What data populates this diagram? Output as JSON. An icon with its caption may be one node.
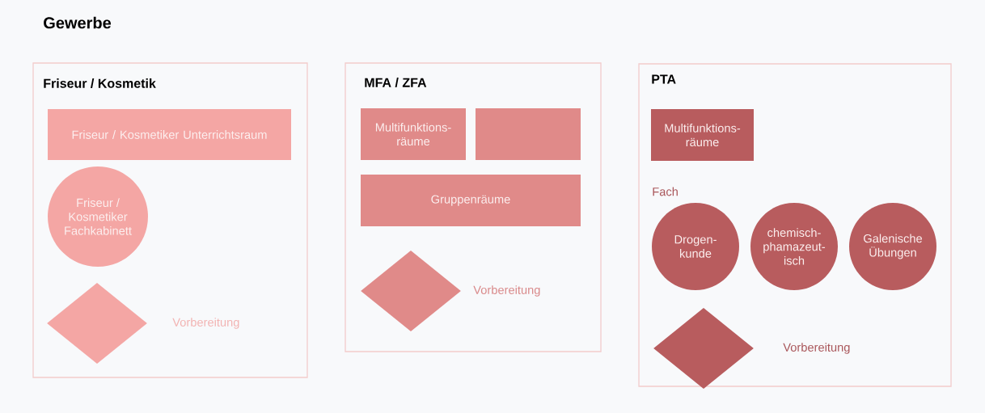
{
  "diagram": {
    "title": "Gewerbe",
    "nodes": [
      {
        "text": [
          "Friseur / Kosmetik"
        ]
      },
      {
        "text": [
          "Friseur / Kosmetiker Unterrichtsraum"
        ],
        "in": 0
      },
      {
        "text": [
          "Friseur / Kosmetiker Fachkabinett"
        ],
        "in": 0
      },
      {
        "text": [],
        "shape": "diamond",
        "in": 0,
        "beside": [
          "Vorbereitung"
        ]
      },
      {
        "text": [
          "MFA / ZFA"
        ]
      },
      {
        "text": [
          "Multifunktions- räume"
        ],
        "in": 4
      },
      {
        "text": [],
        "shape": "box",
        "in": 4
      },
      {
        "text": [
          "Gruppenräume"
        ],
        "in": 4
      },
      {
        "text": [],
        "shape": "diamond",
        "in": 4,
        "beside": [
          "Vorbereitung"
        ]
      },
      {
        "text": [
          "PTA"
        ]
      },
      {
        "text": [
          "Multifunktions- räume"
        ],
        "in": 9
      },
      {
        "text": [
          "Drogen- kunde"
        ],
        "in": 9
      },
      {
        "text": [
          "chemisch- phamazeut- isch"
        ],
        "in": 9
      },
      {
        "text": [
          "Galenische Übungen"
        ],
        "in": 9
      },
      {
        "text": [],
        "shape": "diamond",
        "in": 9,
        "beside": [
          "Vorbereitung"
        ]
      }
    ],
    "labels": [
      "Fach"
    ]
  }
}
